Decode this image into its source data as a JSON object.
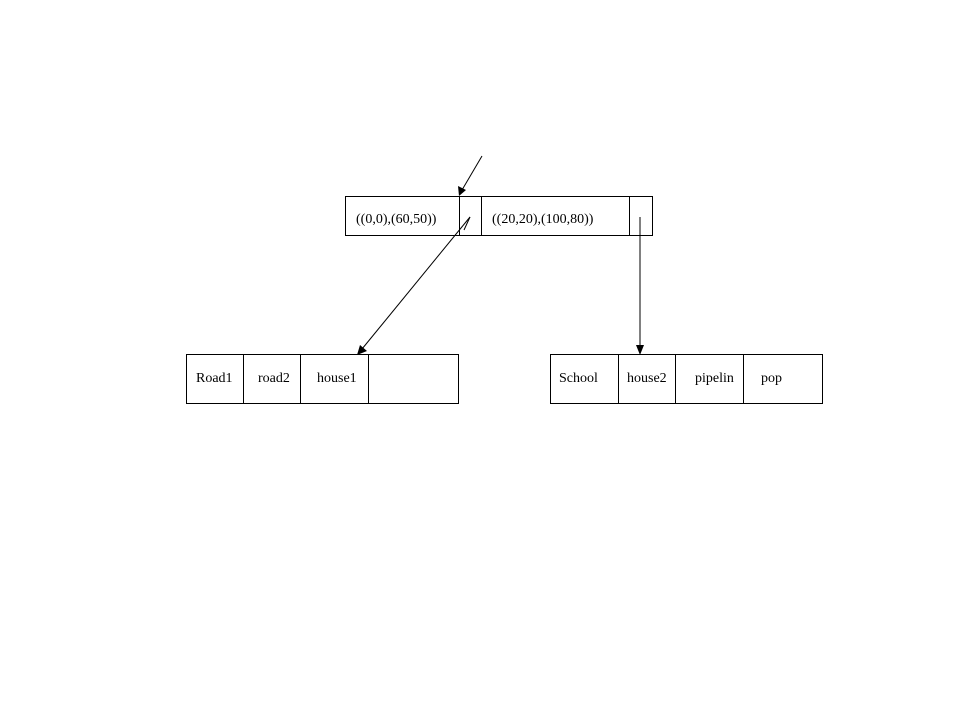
{
  "diagram": {
    "root_node": {
      "entries": [
        {
          "rect": "((0,0),(60,50))"
        },
        {
          "rect": "((20,20),(100,80))"
        }
      ]
    },
    "left_leaf": {
      "entries": [
        "Road1",
        "road2",
        "house1",
        ""
      ]
    },
    "right_leaf": {
      "entries": [
        "School",
        "house2",
        "pipelin",
        "pop"
      ]
    },
    "colors": {
      "stroke": "#000000",
      "background": "#ffffff"
    }
  }
}
